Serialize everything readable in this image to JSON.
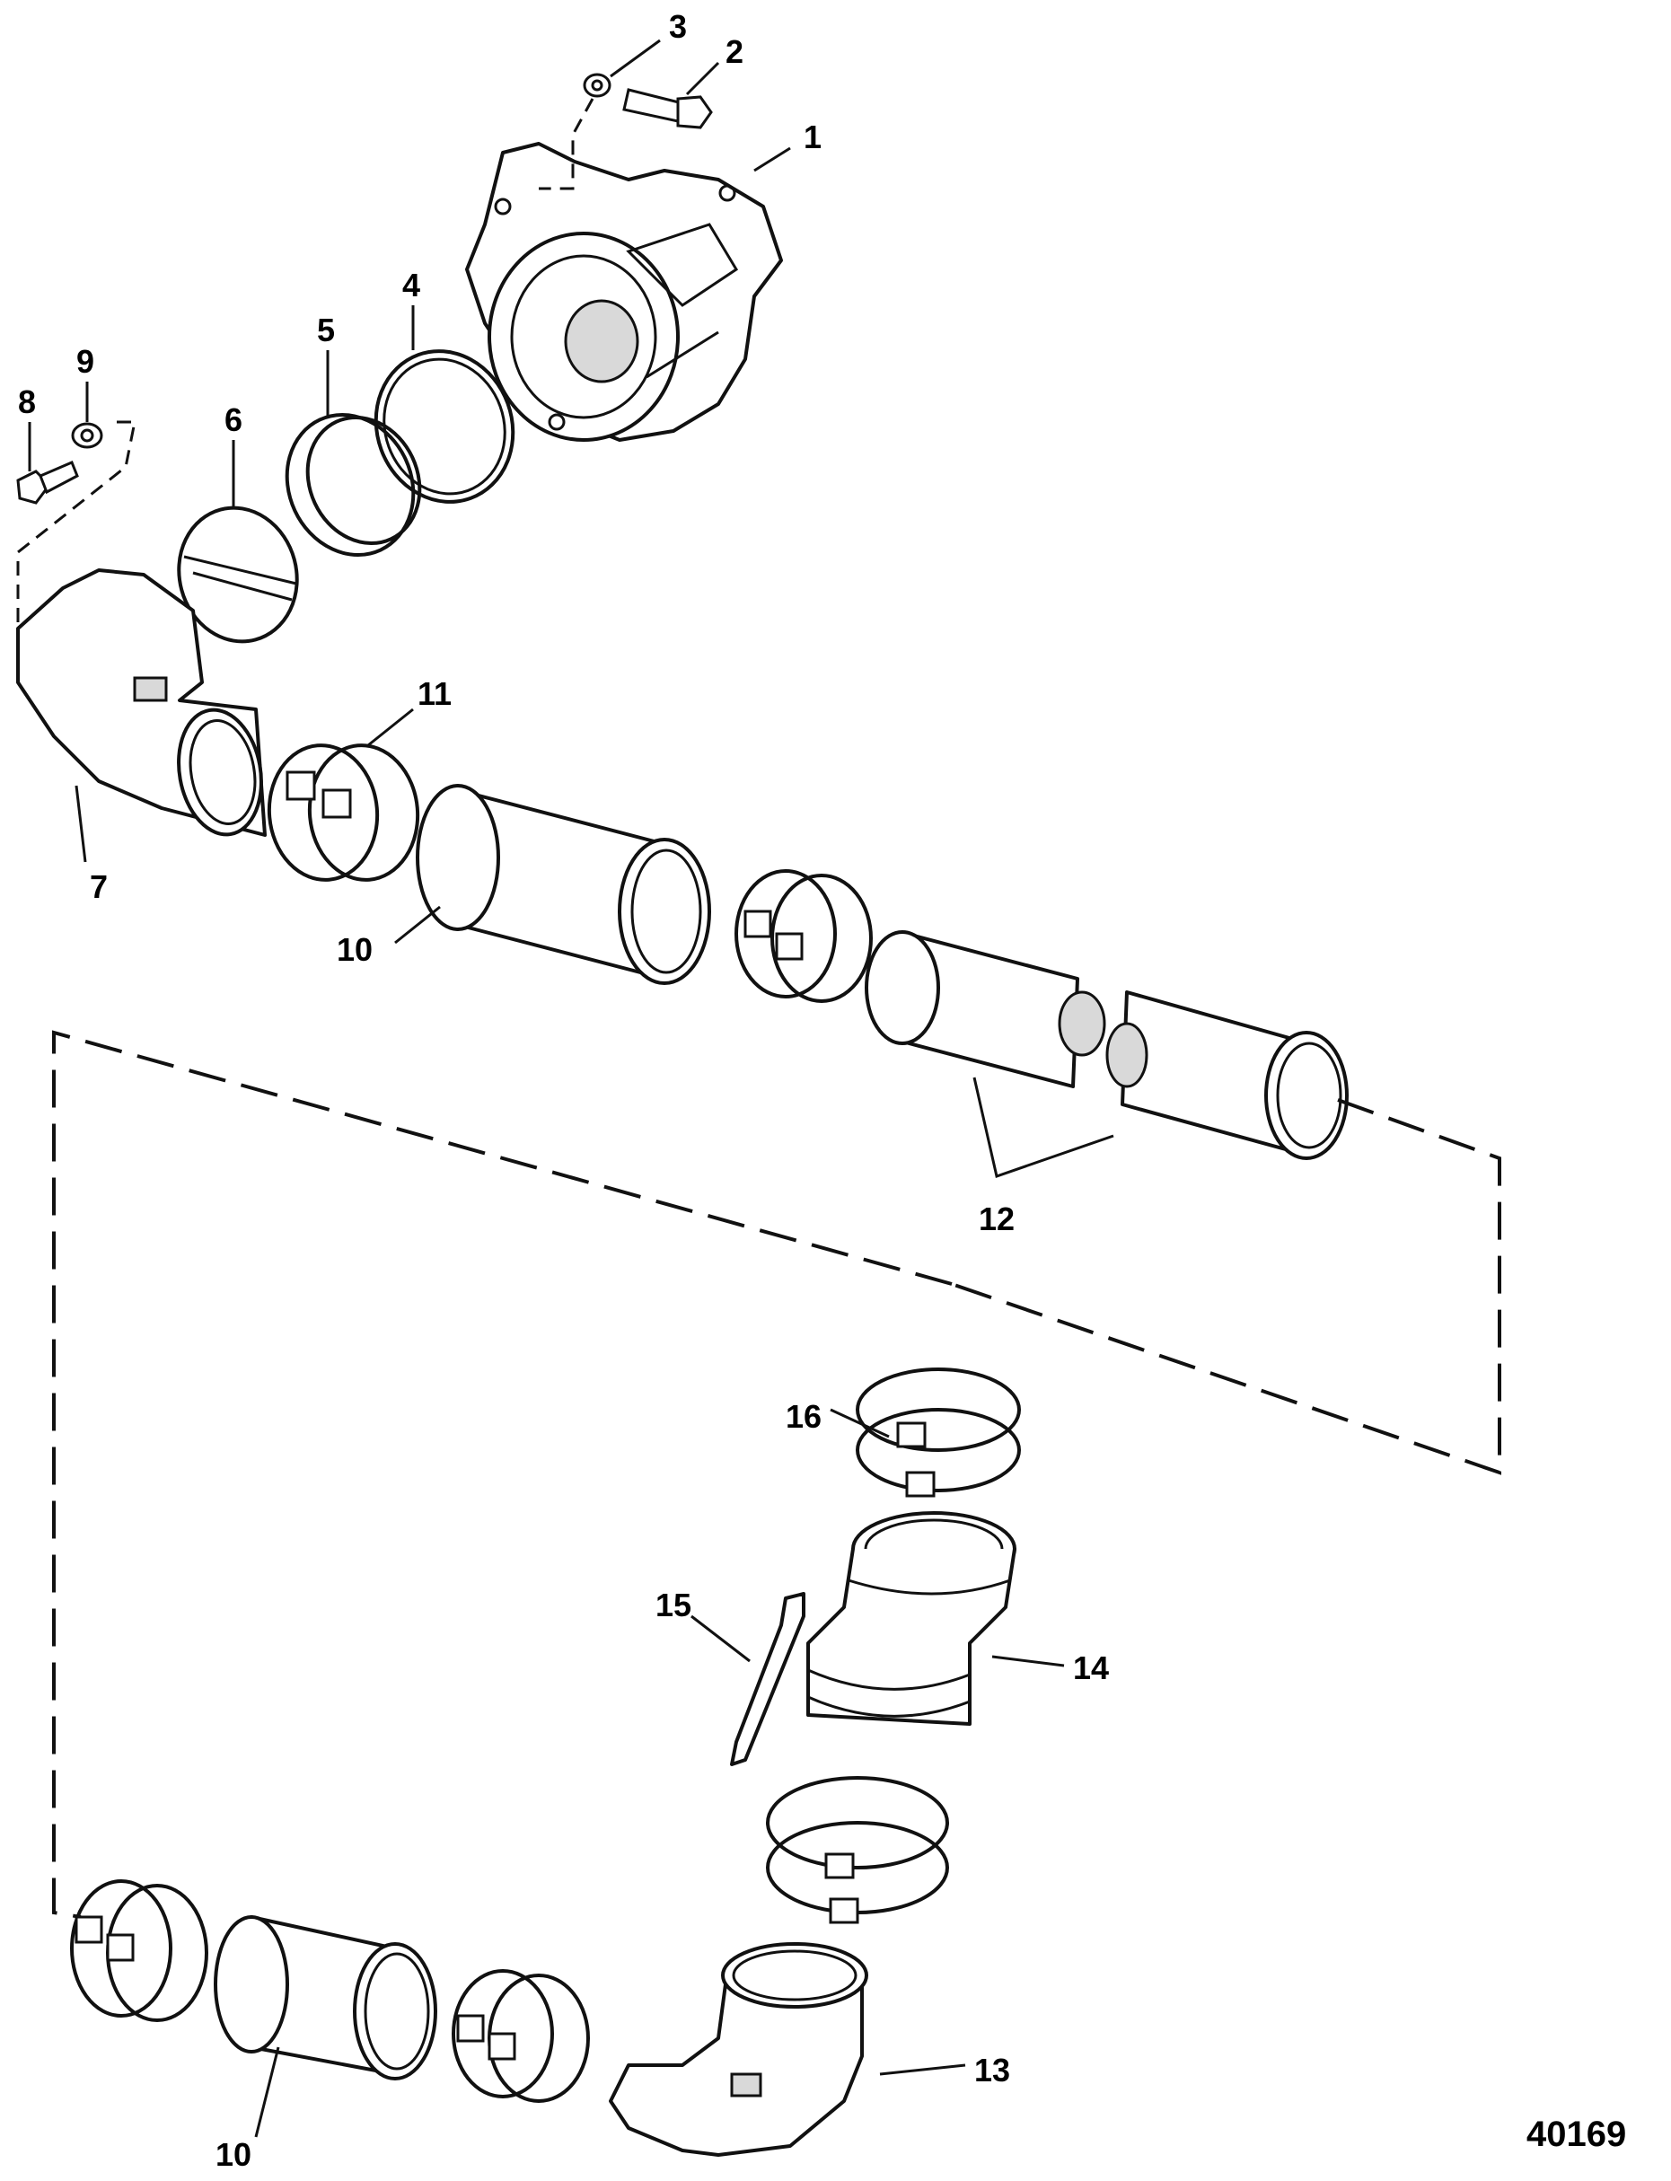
{
  "callouts": {
    "c1": "1",
    "c2": "2",
    "c3": "3",
    "c4": "4",
    "c5": "5",
    "c6": "6",
    "c7": "7",
    "c8": "8",
    "c9": "9",
    "c10a": "10",
    "c10b": "10",
    "c11": "11",
    "c12": "12",
    "c13": "13",
    "c14": "14",
    "c15": "15",
    "c16": "16"
  },
  "figure_id": "40169"
}
